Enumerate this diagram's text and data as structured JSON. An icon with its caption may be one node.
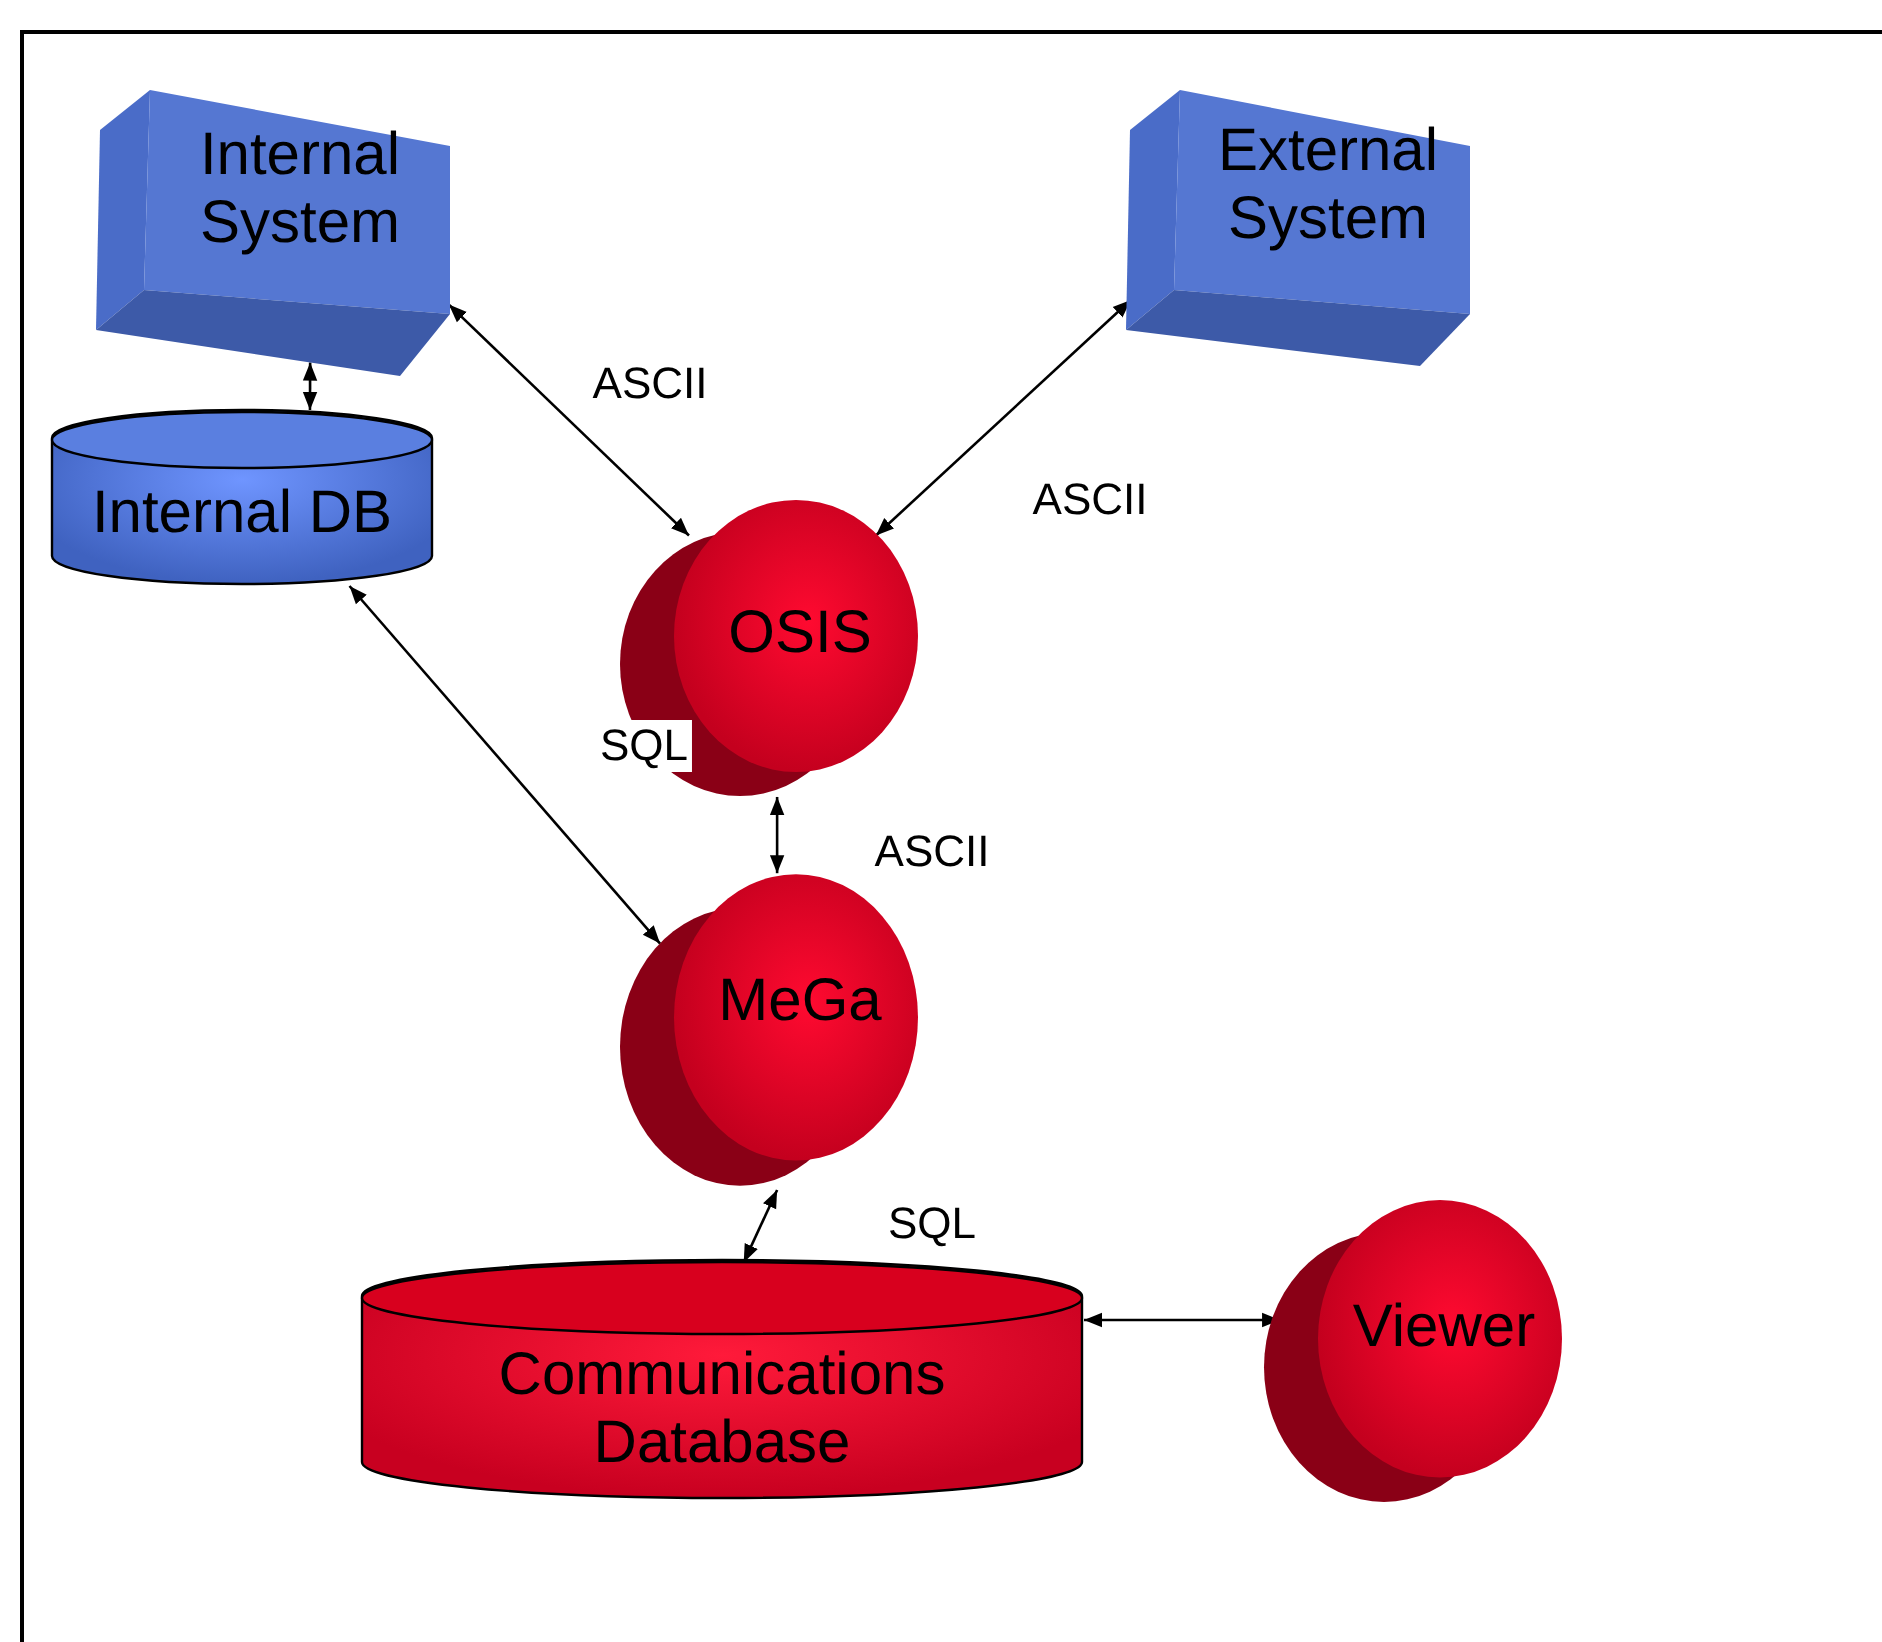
{
  "diagram": {
    "nodes": [
      {
        "text": [
          "Internal System"
        ]
      },
      {
        "text": [
          "External System"
        ]
      },
      {
        "text": [
          "Internal DB"
        ]
      },
      {
        "text": [
          "OSIS"
        ]
      },
      {
        "text": [
          "MeGa"
        ]
      },
      {
        "text": [
          "Communications Database"
        ]
      },
      {
        "text": [
          "Viewer"
        ]
      }
    ],
    "edges": [
      {
        "from": 0,
        "to": 2,
        "arrow": "both"
      },
      {
        "from": 0,
        "to": 3,
        "arrow": "both",
        "label": "ASCII"
      },
      {
        "from": 1,
        "to": 3,
        "arrow": "both",
        "label": "ASCII"
      },
      {
        "from": 2,
        "to": 4,
        "arrow": "both",
        "label": "SQL"
      },
      {
        "from": 3,
        "to": 4,
        "arrow": "both",
        "label": "ASCII"
      },
      {
        "from": 4,
        "to": 5,
        "arrow": "both",
        "label": "SQL"
      },
      {
        "from": 5,
        "to": 6,
        "arrow": "both"
      }
    ]
  }
}
